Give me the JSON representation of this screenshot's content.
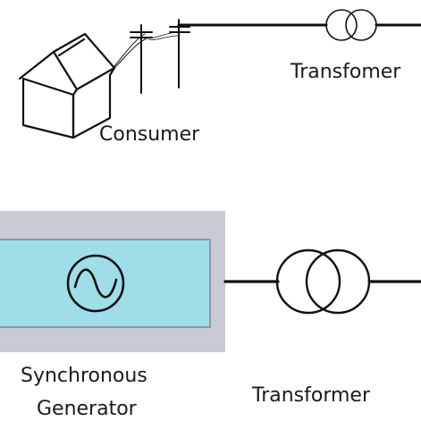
{
  "labels": {
    "consumer": "Consumer",
    "transformer_top": "Transfomer",
    "generator_line1": "Synchronous",
    "generator_line2": "Generator",
    "transformer_bottom": "Transformer"
  },
  "colors": {
    "generator_outer": "#c8cbd4",
    "generator_inner": "#9fdde8",
    "generator_inner_border": "#8f96a3",
    "line": "#111111",
    "text": "#1a1a1a"
  },
  "icons": {
    "house": "house-icon",
    "utility_pole": "utility-pole-icon",
    "transformer": "transformer-icon",
    "ac_source": "sine-wave-icon"
  }
}
